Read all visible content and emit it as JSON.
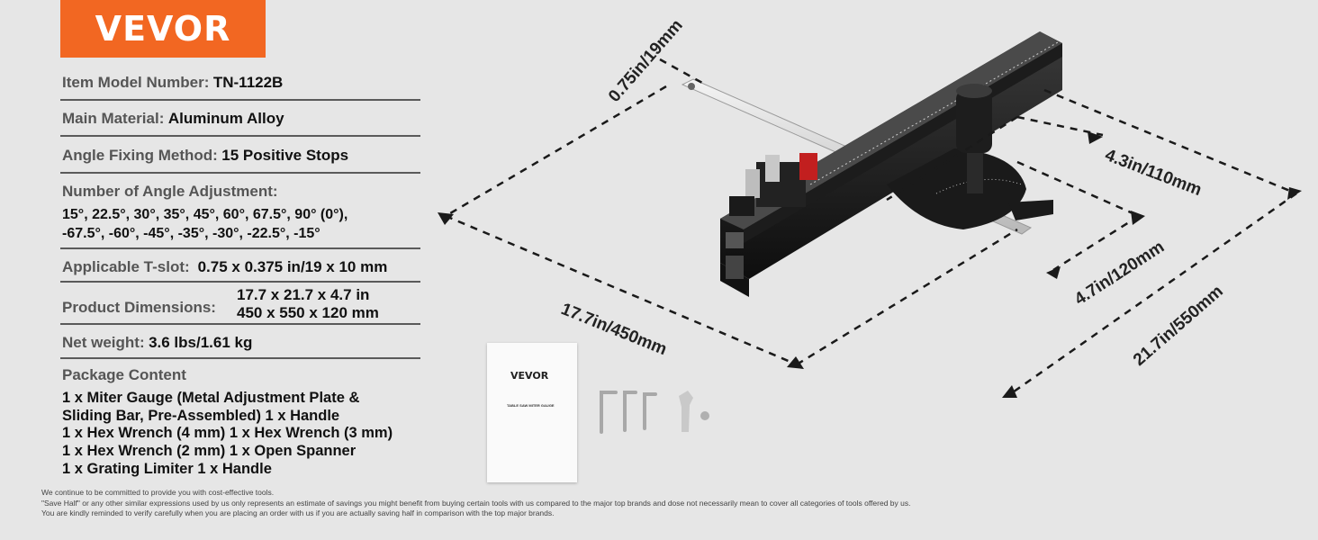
{
  "brand": "VEVOR",
  "specs": {
    "model_label": "Item Model Number:",
    "model_value": "TN-1122B",
    "material_label": "Main Material:",
    "material_value": "Aluminum Alloy",
    "fixing_label": "Angle Fixing Method:",
    "fixing_value": "15 Positive Stops",
    "angles_label": "Number of Angle Adjustment:",
    "angles_line1": "15°, 22.5°, 30°, 35°, 45°, 60°, 67.5°, 90° (0°),",
    "angles_line2": "-67.5°, -60°, -45°, -35°, -30°, -22.5°, -15°",
    "tslot_label": "Applicable T-slot:",
    "tslot_value": "0.75 x 0.375 in/19 x 10 mm",
    "dims_label": "Product Dimensions:",
    "dims_value_in": "17.7 x 21.7 x 4.7 in",
    "dims_value_mm": "450 x 550 x 120 mm",
    "weight_label": "Net weight:",
    "weight_value": "3.6 lbs/1.61 kg",
    "package_label": "Package Content",
    "package_lines": [
      "1 x Miter Gauge (Metal Adjustment Plate &",
      "Sliding Bar, Pre-Assembled)   1 x Handle",
      "1 x Hex Wrench (4 mm)  1 x Hex Wrench (3 mm)",
      "1 x Hex Wrench (2 mm)  1 x Open Spanner",
      "1 x Grating Limiter   1 x Handle"
    ]
  },
  "dimensions": {
    "slot": "0.75in/19mm",
    "height_handle": "4.3in/110mm",
    "height": "4.7in/120mm",
    "depth": "17.7in/450mm",
    "length": "21.7in/550mm"
  },
  "manual": {
    "brand": "VEVOR",
    "title": "TABLE SAW MITER GAUGE"
  },
  "disclaimer": [
    "We continue to be committed to provide you with cost-effective tools.",
    "\"Save Half\" or any other similar expressions used by us only represents an estimate of savings you might benefit from buying certain tools with us compared to the major top brands and dose not necessarily mean to cover all categories of tools offered by us.",
    "You are kindly reminded to verify carefully when you are placing an order with us if you are actually saving half in comparison with the top major brands."
  ],
  "colors": {
    "brand_orange": "#f26722",
    "background": "#e6e6e6"
  }
}
